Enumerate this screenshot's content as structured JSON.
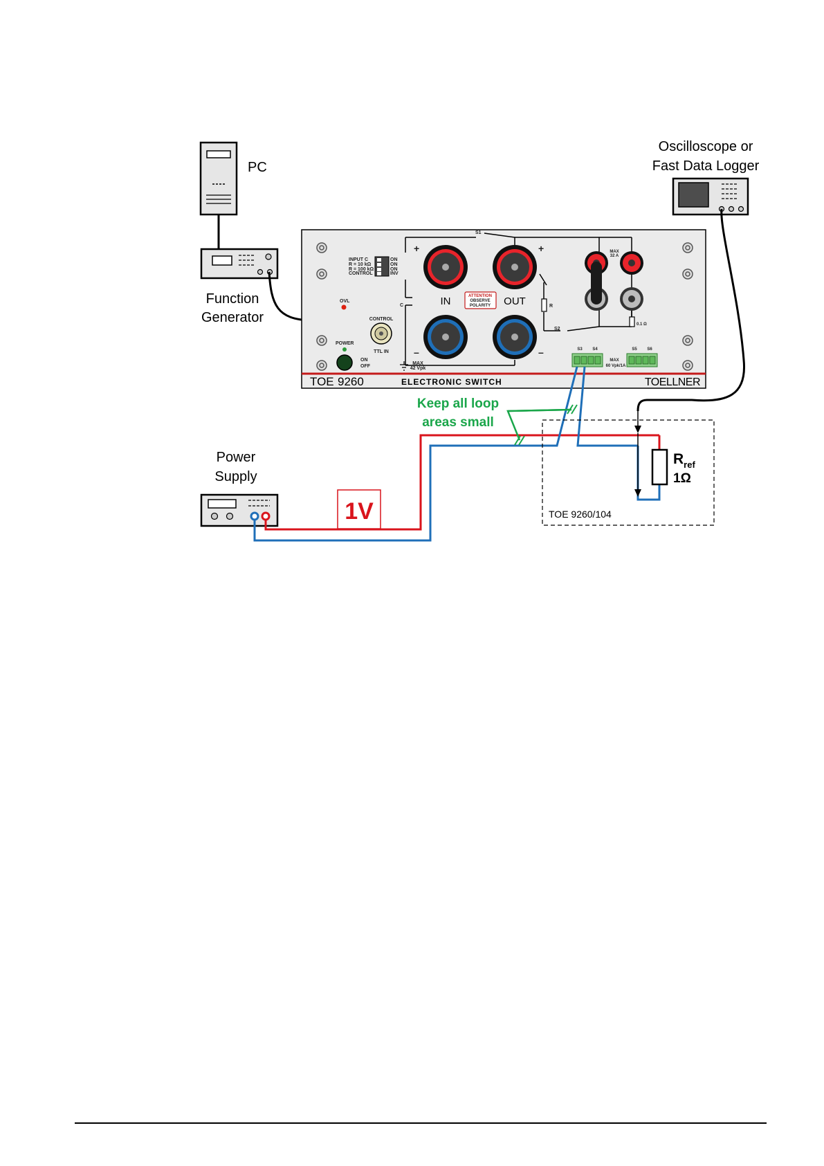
{
  "labels": {
    "pc": "PC",
    "scope_line1": "Oscilloscope or",
    "scope_line2": "Fast Data Logger",
    "fg_line1": "Function",
    "fg_line2": "Generator",
    "ps_line1": "Power",
    "ps_line2": "Supply",
    "voltage": "1V",
    "loop_line1": "Keep all loop",
    "loop_line2": "areas small",
    "rref_main": "R",
    "rref_sub": "ref",
    "rref_value": "1Ω",
    "fixture": "TOE 9260/104"
  },
  "panel": {
    "model_toe": "TOE",
    "model_num": "9260",
    "title": "ELECTRONIC SWITCH",
    "brand": "TOELLNER",
    "in": "IN",
    "out": "OUT",
    "attention_1": "ATTENTION",
    "attention_2": "OBSERVE",
    "attention_3": "POLARITY",
    "input_c": "INPUT C",
    "r10k": "R =  10 kΩ",
    "r100k": "R = 100 kΩ",
    "control": "CONTROL",
    "on": "ON",
    "inv": "INV",
    "ovl": "OVL",
    "power": "POWER",
    "power_on": "ON",
    "power_off": "OFF",
    "control_label": "CONTROL",
    "ttl_in": "TTL IN",
    "max_42": "MAX",
    "vpk_42": "42 Vpk",
    "max_32": "MAX",
    "a32": "32 A",
    "shunt": "0.1 Ω",
    "s1": "S1",
    "s2": "S2",
    "s3": "S3",
    "s4": "S4",
    "s5": "S5",
    "s6": "S6",
    "max_60": "MAX",
    "vpk_60": "60 Vpk/1A",
    "c_label": "C",
    "r_label": "R",
    "plus": "+",
    "minus": "–"
  },
  "colors": {
    "red_wire": "#d9141c",
    "blue_wire": "#1f6fb8",
    "green_note": "#1aa64a",
    "panel_face": "#ebebeb",
    "red_stripe": "#c41a1a"
  }
}
